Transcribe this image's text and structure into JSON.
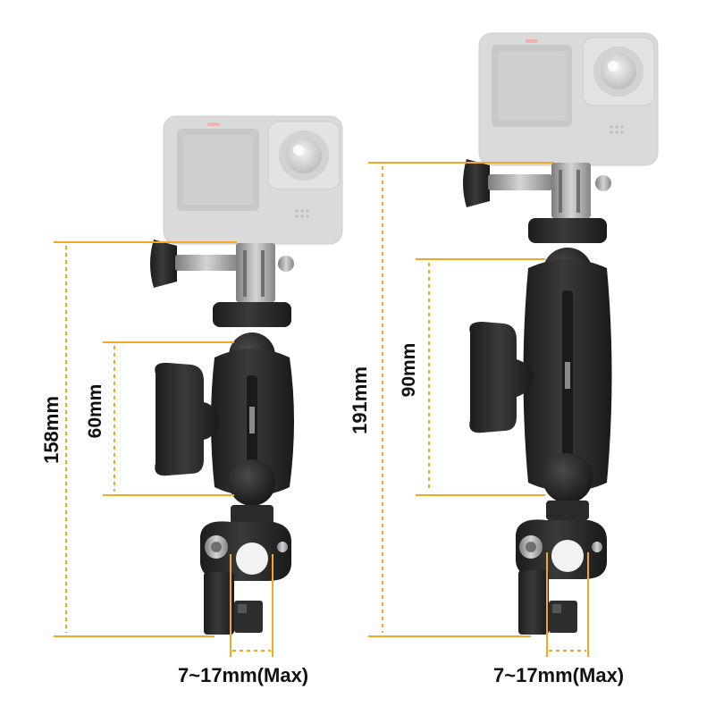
{
  "colors": {
    "dimension_line": "#f5a623",
    "mount_body": "#2b2b2b",
    "mount_highlight": "#4a4a4a",
    "camera_body": "#d6d6d6",
    "metal": "#9a9a9a",
    "label_text": "#111111"
  },
  "labels": {
    "left_height": "158mm",
    "left_arm": "60mm",
    "left_clamp": "7~17mm(Max)",
    "right_height": "191mm",
    "right_arm": "90mm",
    "right_clamp": "7~17mm(Max)"
  }
}
